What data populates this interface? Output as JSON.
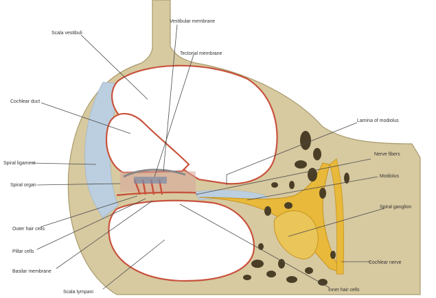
{
  "labels": {
    "scala_vestibuli": "Scala vestibuli",
    "vestibular_membrane": "Vestibular membrane",
    "tectorial_membrane": "Tectorial membrane",
    "cochlear_duct": "Cochlear duct",
    "lamina_of_modiolus": "Lamina of modiolus",
    "nerve_fibers": "Nerve fibers",
    "spiral_ligament": "Spiral ligament",
    "spiral_organ": "Spiral organ",
    "modiolus": "Modiolus",
    "spiral_ganglion": "Spiral ganglion",
    "outer_hair_cells": "Outer hair cells",
    "pillar_cells": "Pillar cells",
    "basilar_membrane": "Basilar membrane",
    "cochlear_nerve": "Cochlear nerve",
    "scala_tympani": "Scala tympani",
    "inner_hair_cells": "Inner hair cells"
  },
  "colors": {
    "bone": "#d7c9a0",
    "bone_outline": "#a99a6c",
    "dark_bone": "#4b3e26",
    "membrane": "#c8523c",
    "fluid": "#ffffff",
    "ligament": "#bccfe0",
    "nerve": "#e8b93a",
    "leader": "#4a4a4a"
  }
}
